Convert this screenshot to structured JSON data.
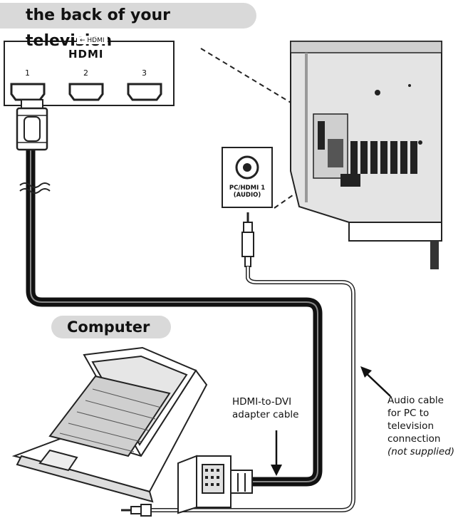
{
  "header": {
    "title": "the back of your television"
  },
  "hdmi_panel": {
    "group_label": "← HDMI",
    "logo": "HDMI",
    "ports": [
      "1",
      "2",
      "3"
    ]
  },
  "audio_jack": {
    "label": "PC/HDMI 1 (AUDIO)"
  },
  "computer": {
    "title": "Computer"
  },
  "labels": {
    "adapter_cable": [
      "HDMI-to-DVI",
      "adapter cable"
    ],
    "audio_cable": [
      "Audio cable",
      "for PC to",
      "television",
      "connection"
    ],
    "audio_cable_note": "(not supplied)"
  },
  "icons": [
    "hdmi-port-icon",
    "rca-jack-icon",
    "television-icon",
    "laptop-icon",
    "dvi-connector-icon",
    "audio-plug-icon",
    "arrow-icon"
  ]
}
